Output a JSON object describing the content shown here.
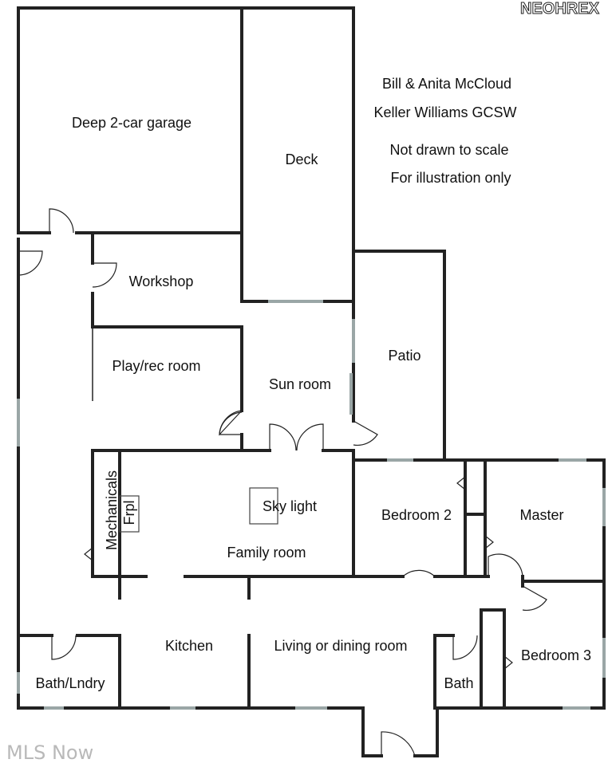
{
  "watermarks": {
    "top_right": "NEOHREX",
    "bottom_left": "MLS Now"
  },
  "notes": {
    "line1": "Bill & Anita McCloud",
    "line2": "Keller Williams GCSW",
    "line3": "Not drawn to scale",
    "line4": "For illustration only"
  },
  "rooms": {
    "garage": "Deep 2-car garage",
    "deck": "Deck",
    "workshop": "Workshop",
    "playrec": "Play/rec room",
    "sunroom": "Sun room",
    "patio": "Patio",
    "mechanicals": "Mechanicals",
    "fireplace": "Frpl",
    "skylight": "Sky light",
    "family": "Family room",
    "bedroom2": "Bedroom 2",
    "master": "Master",
    "bedroom3": "Bedroom 3",
    "kitchen": "Kitchen",
    "living": "Living or dining room",
    "bathlndry": "Bath/Lndry",
    "bath": "Bath"
  }
}
